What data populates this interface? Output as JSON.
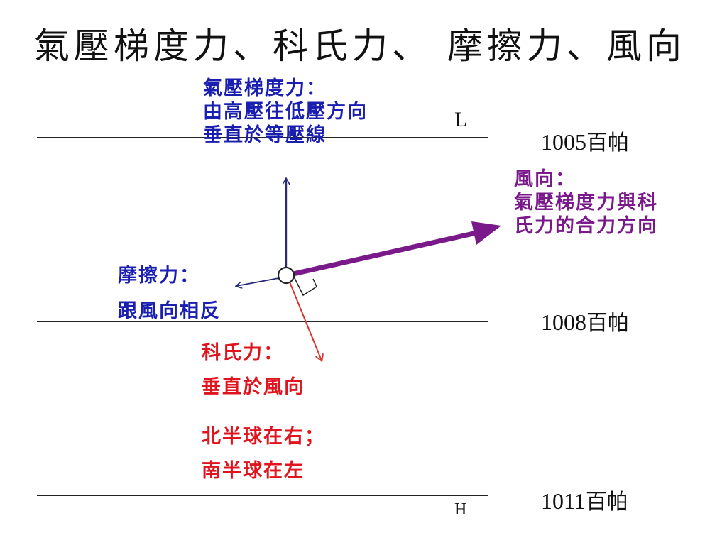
{
  "title": "氣壓梯度力、科氏力、 摩擦力、風向",
  "pressure_gradient": {
    "line1": "氣壓梯度力：",
    "line2": "由高壓往低壓方向",
    "line3": "垂直於等壓線"
  },
  "wind_direction": {
    "line1": "風向：",
    "line2": "氣壓梯度力與科",
    "line3": "氏力的合力方向"
  },
  "friction": {
    "line1": "摩擦力：",
    "line2": "跟風向相反"
  },
  "coriolis": {
    "line1": "科氏力：",
    "line2": "垂直於風向",
    "line3": "北半球在右；",
    "line4": "南半球在左"
  },
  "low_label": "L",
  "high_label": "H",
  "isobars": [
    {
      "value": "1005",
      "unit": "百帕"
    },
    {
      "value": "1008",
      "unit": "百帕"
    },
    {
      "value": "1011",
      "unit": "百帕"
    }
  ],
  "colors": {
    "pressure_gradient": "#1a1fb0",
    "wind": "#7a1a8a",
    "coriolis": "#e0141e",
    "friction": "#1a1fb0"
  }
}
